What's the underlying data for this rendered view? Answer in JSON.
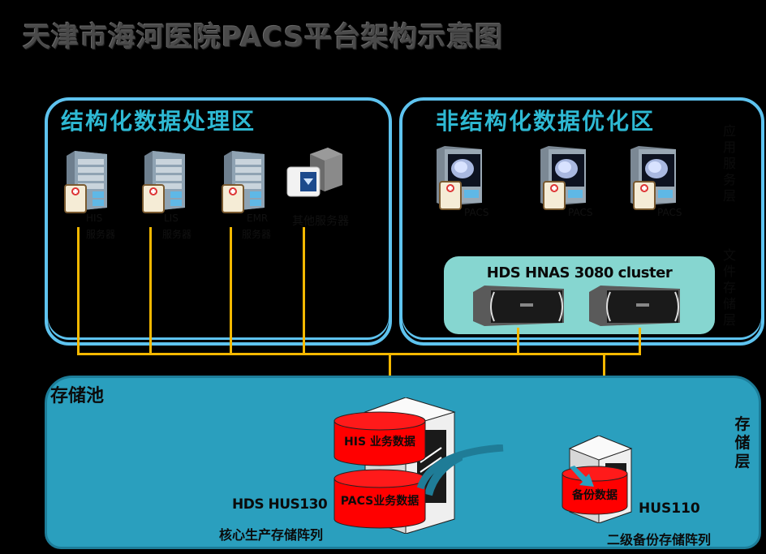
{
  "title": "天津市海河医院PACS平台架构示意图",
  "zones": {
    "structured": {
      "title": "结构化数据处理区",
      "servers": [
        {
          "icon": "his-server-icon",
          "label_line1": "HIS",
          "label_line2": "服务器"
        },
        {
          "icon": "lis-server-icon",
          "label_line1": "LIS",
          "label_line2": "服务器"
        },
        {
          "icon": "emr-server-icon",
          "label_line1": "EMR",
          "label_line2": "服务器"
        },
        {
          "icon": "workstation-icon",
          "label_line1": "其他服务器",
          "label_line2": ""
        }
      ]
    },
    "unstructured": {
      "title": "非结构化数据优化区",
      "servers": [
        {
          "icon": "pacs-server-icon",
          "label": "PACS"
        },
        {
          "icon": "pacs-server-icon",
          "label": "PACS"
        },
        {
          "icon": "pacs-server-icon",
          "label": "PACS"
        }
      ],
      "side_label_top": "应用服务层",
      "side_label_bottom": "文件存储层"
    }
  },
  "nas": {
    "title": "HDS HNAS 3080 cluster",
    "units": [
      "nas-node-1",
      "nas-node-2"
    ]
  },
  "storage_pool": {
    "label": "存储池",
    "side_label": "存储层",
    "primary": {
      "model": "HDS HUS130",
      "caption": "核心生产存储阵列",
      "disks": [
        "HIS 业务数据",
        "PACS业务数据"
      ]
    },
    "backup": {
      "model": "HUS110",
      "caption": "二级备份存储阵列",
      "disks": [
        "备份数据"
      ]
    }
  },
  "colors": {
    "zone_border": "#5ec3ef",
    "zone_title": "#2eb9d3",
    "connector": "#f5b800",
    "nas_panel": "#86d6d0",
    "pool": "#2a9fbe",
    "disk": "#ff0000"
  }
}
